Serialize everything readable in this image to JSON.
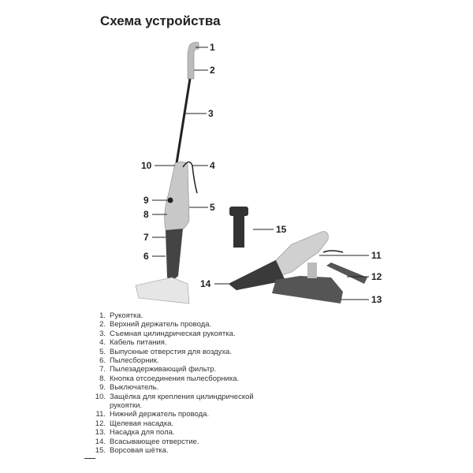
{
  "title": "Схема устройства",
  "callouts": [
    "1",
    "2",
    "3",
    "4",
    "5",
    "6",
    "7",
    "8",
    "9",
    "10",
    "11",
    "12",
    "13",
    "14",
    "15"
  ],
  "legend": [
    {
      "num": "1.",
      "text": "Рукоятка."
    },
    {
      "num": "2.",
      "text": "Верхний держатель провода."
    },
    {
      "num": "3.",
      "text": "Съемная цилиндрическая рукоятка."
    },
    {
      "num": "4.",
      "text": "Кабель питания."
    },
    {
      "num": "5.",
      "text": "Выпускные отверстия для воздуха."
    },
    {
      "num": "6.",
      "text": "Пылесборник."
    },
    {
      "num": "7.",
      "text": "Пылезадерживающий фильтр."
    },
    {
      "num": "8.",
      "text": "Кнопка отсоединения пылесборника."
    },
    {
      "num": "9.",
      "text": "Выключатель."
    },
    {
      "num": "10.",
      "text": "Защёлка для крепления цилиндрической рукоятки."
    },
    {
      "num": "11.",
      "text": "Нижний держатель провода."
    },
    {
      "num": "12.",
      "text": "Щелевая насадка."
    },
    {
      "num": "13.",
      "text": "Насадка для пола."
    },
    {
      "num": "14.",
      "text": "Всасывающее отверстие."
    },
    {
      "num": "15.",
      "text": "Ворсовая шётка."
    }
  ]
}
